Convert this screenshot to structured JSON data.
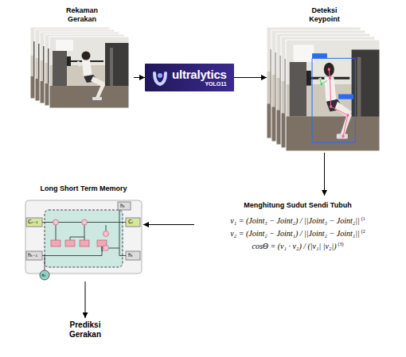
{
  "diagram": {
    "nodes": [
      {
        "text": [
          "Rekaman Gerakan"
        ]
      },
      {
        "text": [
          "ultralytics",
          "YOLO11"
        ]
      },
      {
        "text": [
          "Deteksi Keypoint"
        ]
      },
      {
        "text": [
          "Menghitung Sudut Sendi Tubuh",
          "v₁ = (Joint₃ − Joint₂) / ||Joint₃ − Joint₂||",
          "(1",
          "v₂ = (Joint₂ − Joint₁) / ||Joint₂ − Joint₁||",
          "(2",
          "cosΘ = (v₁ · v₂) / (|v₁| |v₂|)",
          "(3)"
        ]
      },
      {
        "text": [
          "Long Short Term Memory"
        ]
      },
      {
        "text": [
          "Prediksi Gerakan"
        ]
      }
    ],
    "edges": [
      {
        "from": 0,
        "to": 1,
        "arrow": "to"
      },
      {
        "from": 1,
        "to": 2,
        "arrow": "to"
      },
      {
        "from": 2,
        "to": 3,
        "arrow": "to"
      },
      {
        "from": 3,
        "to": 4,
        "arrow": "to"
      },
      {
        "from": 4,
        "to": 5,
        "arrow": "to"
      }
    ],
    "labels": [
      "hₜ",
      "Cₜ₋₁",
      "Cₜ",
      "hₜ₋₁",
      "hₜ",
      "xₜ"
    ]
  }
}
